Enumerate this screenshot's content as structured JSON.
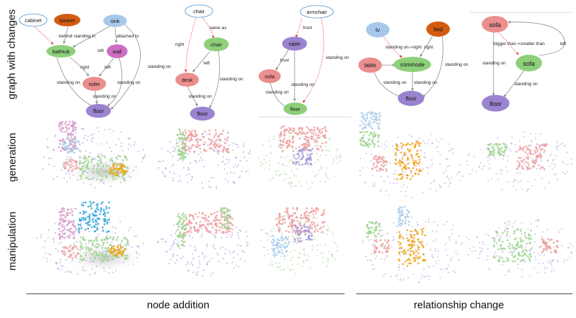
{
  "row_labels": {
    "graph": "graph with changes",
    "generation": "generation",
    "manipulation": "manipulation"
  },
  "captions": {
    "left": "node addition",
    "right": "relationship change"
  },
  "colors": {
    "new_node_text": "#e53935",
    "new_edge": "#e53935",
    "edge": "#8a8a8a",
    "bathtub": "#8ecf7a",
    "basket": "#d35b12",
    "sink": "#a6c8ea",
    "wall": "#cc6fc2",
    "toilet": "#eb8e8e",
    "floor": "#9a84cf",
    "chair": "#8ecf7a",
    "desk": "#eb8e8e",
    "table": "#9a84cf",
    "sofa": "#eb8e8e",
    "tv": "#a6c8ea",
    "bed": "#d35b12",
    "commode": "#8ecf7a"
  },
  "graph1": {
    "nodes": {
      "cabinet": "cabinet",
      "basket": "basket",
      "sink": "sink",
      "bathtub": "bathtub",
      "wall": "wall",
      "toilet": "toilet",
      "floor": "floor"
    },
    "edges": {
      "behind_standing_in": "behind standing in",
      "attached_to": "attached to",
      "left_a": "left",
      "right": "right",
      "left_b": "left",
      "standing_on_a": "standing on",
      "standing_on_b": "standing on",
      "standing_on_c": "standing on",
      "standing_on_d": "standing on"
    }
  },
  "graph2": {
    "nodes": {
      "chair_new": "chair",
      "chair": "chair",
      "desk": "desk",
      "floor": "floor"
    },
    "edges": {
      "same_as": "same as",
      "right": "right",
      "left": "left",
      "standing_on_a": "standing on",
      "standing_on_b": "standing on"
    }
  },
  "graph3": {
    "nodes": {
      "armchair": "armchair",
      "table": "table",
      "sofa": "sofa",
      "floor": "floor"
    },
    "edges": {
      "front_a": "front",
      "front_b": "front",
      "standing_on_a": "standing on",
      "standing_on_b": "standing on"
    }
  },
  "graph4": {
    "nodes": {
      "tv": "tv",
      "bed": "bed",
      "table": "table",
      "commode": "commode",
      "floor": "floor"
    },
    "edges": {
      "standing_on_right": "standing on->right",
      "right": "right",
      "standing_on_a": "standing on",
      "standing_on_b": "standing on",
      "standing_on_c": "standing on"
    }
  },
  "graph5": {
    "nodes": {
      "sofa_a": "sofa",
      "sofa_b": "sofa",
      "floor": "floor"
    },
    "edges": {
      "bigger_smaller": "bigger than->smaller than",
      "left": "left",
      "standing_on_a": "standing on",
      "standing_on_b": "standing on"
    }
  }
}
